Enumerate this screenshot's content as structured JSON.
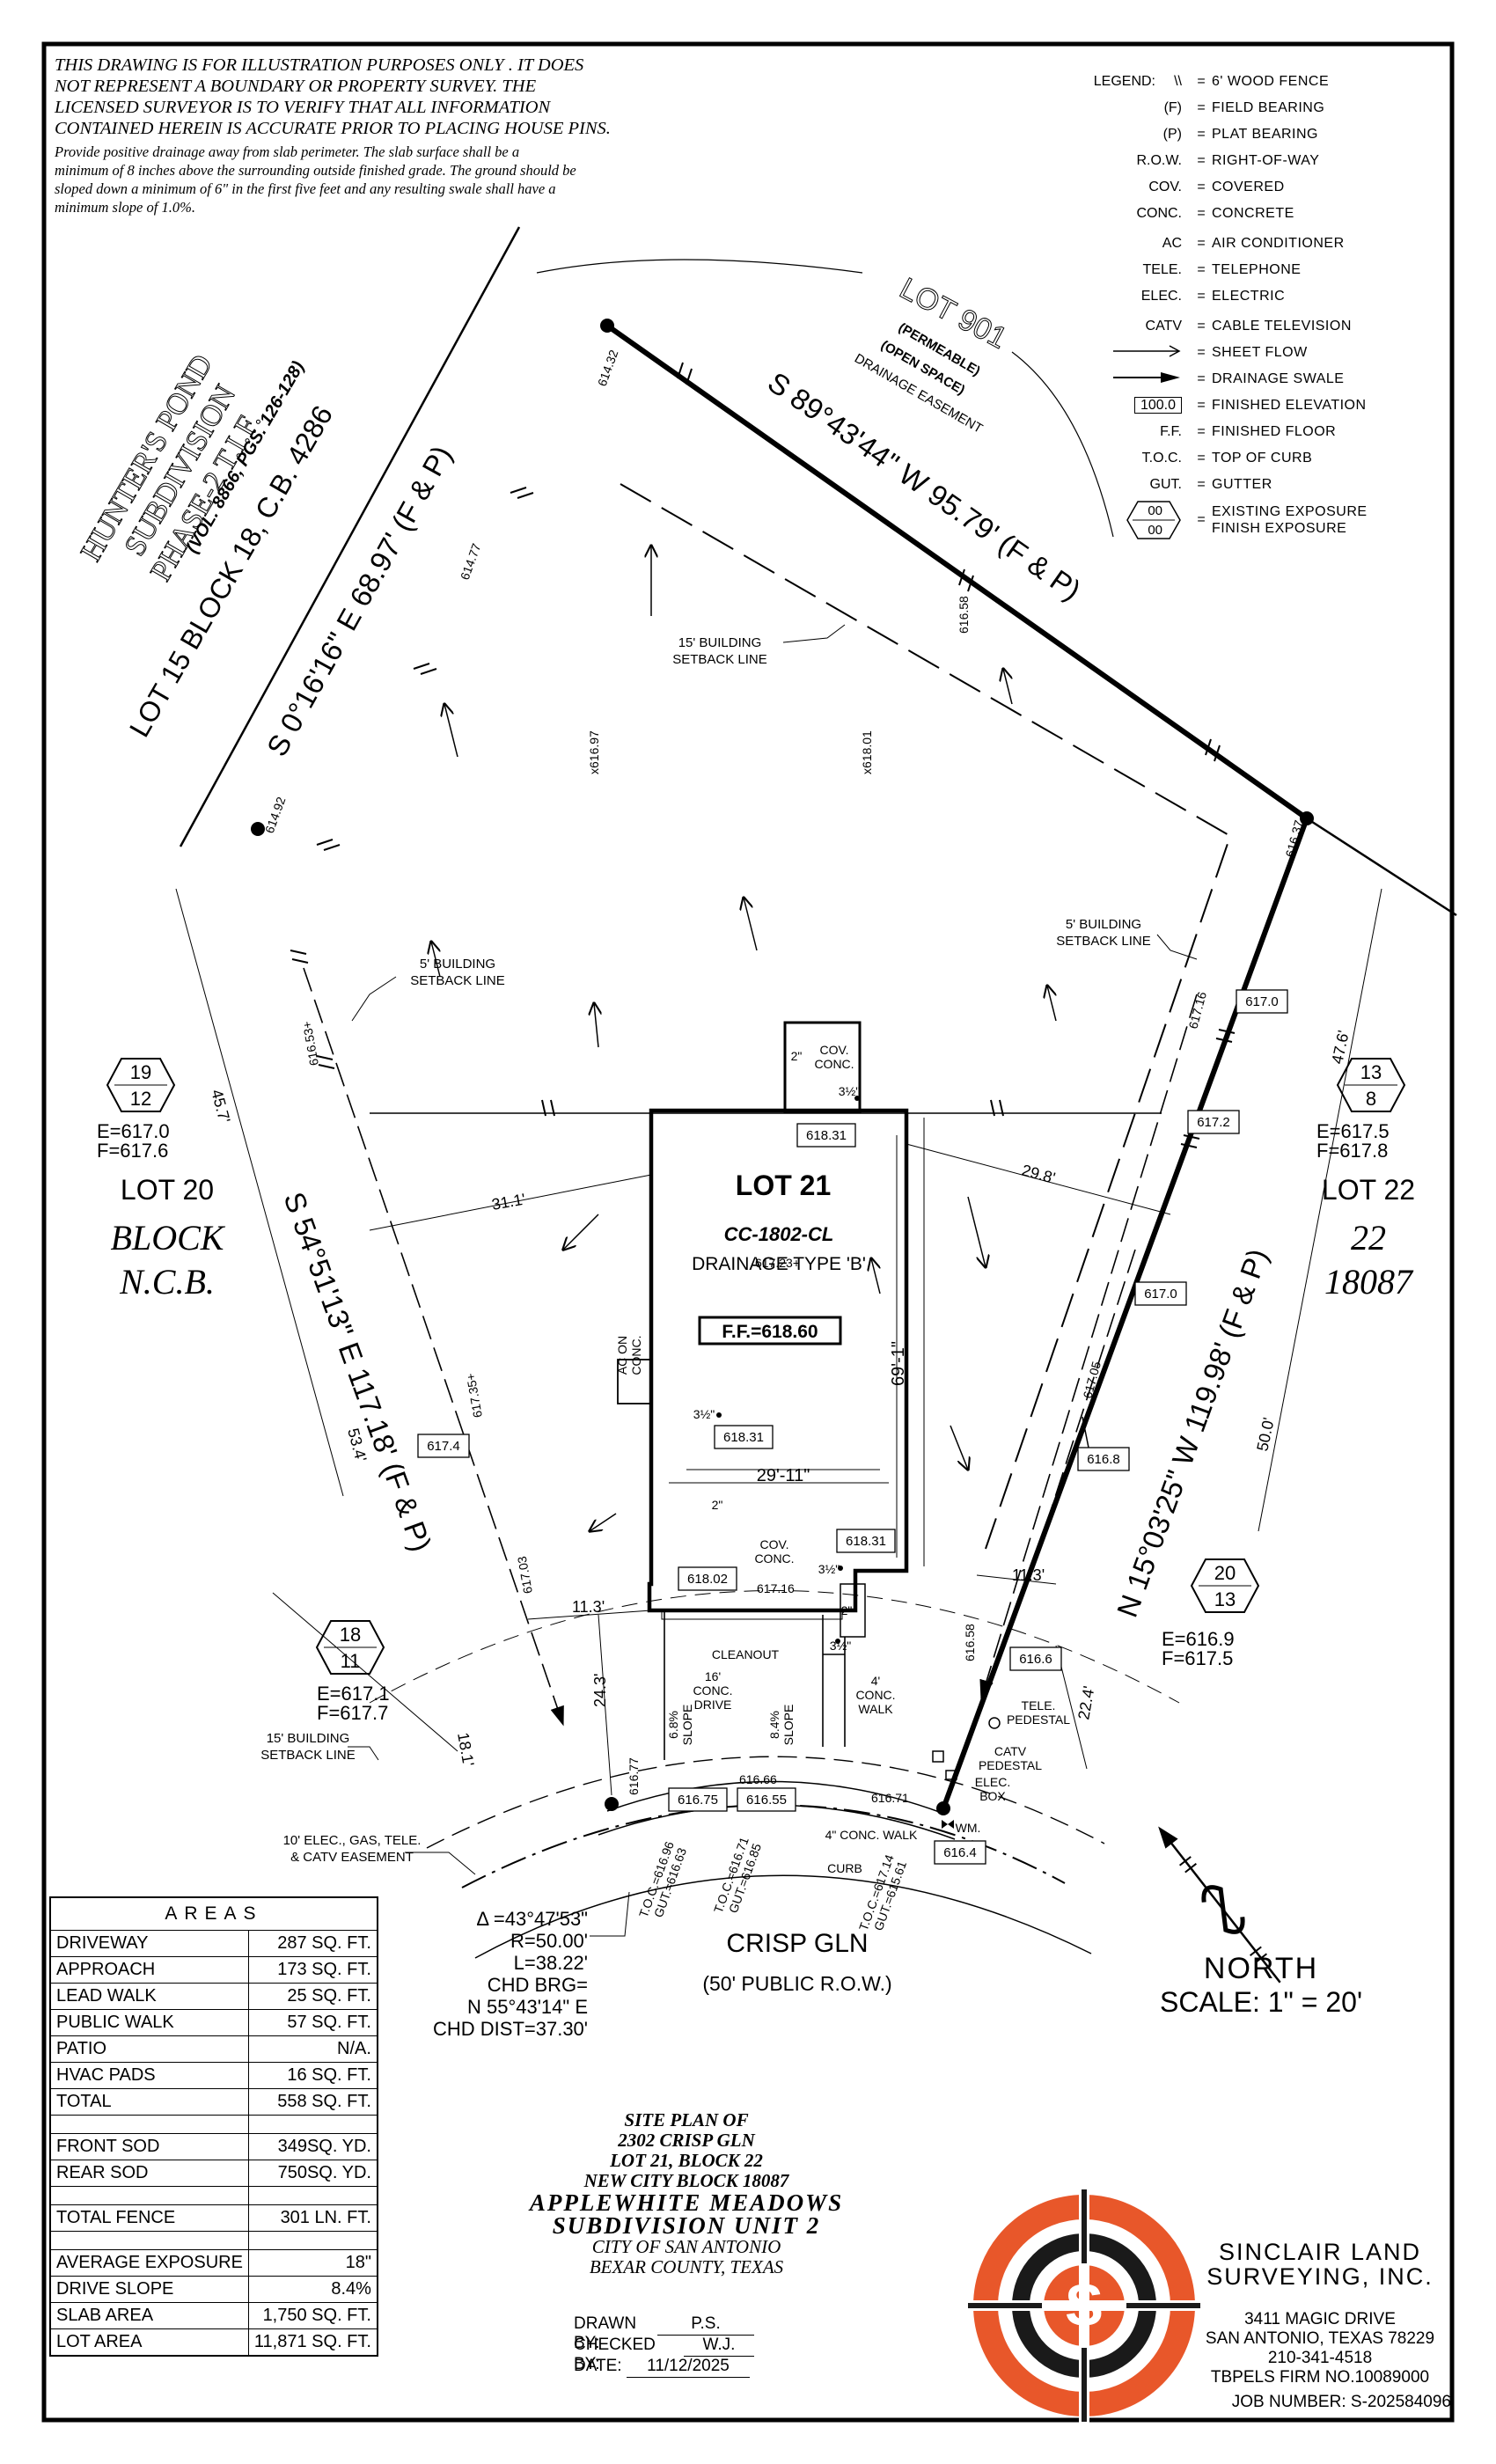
{
  "disclaimer": {
    "line1": "This drawing is for illustration purposes only . It does",
    "line2": "not represent a boundary or property survey. The",
    "line3": "licensed surveyor is to verify that all information",
    "line4": "contained herein is accurate prior to placing house pins.",
    "line5": "Provide positive drainage away from slab perimeter. The slab surface shall be a",
    "line6": "minimum of 8 inches above the surrounding outside finished grade. The ground should be",
    "line7": "sloped down a minimum of 6\" in the first five feet and any resulting swale shall have a",
    "line8": "minimum slope of 1.0%."
  },
  "legend": {
    "title": "LEGEND:",
    "items": [
      {
        "sym": "\\\\",
        "desc": "6' WOOD FENCE"
      },
      {
        "sym": "(F)",
        "desc": "FIELD BEARING"
      },
      {
        "sym": "(P)",
        "desc": "PLAT BEARING"
      },
      {
        "sym": "R.O.W.",
        "desc": "RIGHT-OF-WAY"
      },
      {
        "sym": "COV.",
        "desc": "COVERED"
      },
      {
        "sym": "CONC.",
        "desc": "CONCRETE"
      },
      {
        "sym": "AC",
        "desc": "AIR CONDITIONER"
      },
      {
        "sym": "TELE.",
        "desc": "TELEPHONE"
      },
      {
        "sym": "ELEC.",
        "desc": "ELECTRIC"
      },
      {
        "sym": "CATV",
        "desc": "CABLE TELEVISION"
      },
      {
        "sym": "",
        "desc": "SHEET FLOW"
      },
      {
        "sym": "",
        "desc": "DRAINAGE SWALE"
      },
      {
        "sym": "100.0",
        "desc": "FINISHED ELEVATION"
      },
      {
        "sym": "F.F.",
        "desc": "FINISHED FLOOR"
      },
      {
        "sym": "T.O.C.",
        "desc": "TOP OF CURB"
      },
      {
        "sym": "GUT.",
        "desc": "GUTTER"
      }
    ],
    "exposure_top": "00",
    "exposure_bottom": "00",
    "exposure_desc1": "EXISTING EXPOSURE",
    "exposure_desc2": "FINISH EXPOSURE"
  },
  "plan": {
    "lot901": {
      "name": "LOT 901",
      "line2": "(PERMEABLE)",
      "line3": "(OPEN SPACE)",
      "line4": "DRAINAGE EASEMENT"
    },
    "hunters": {
      "l1": "HUNTER'S POND",
      "l2": "SUBDIVISION",
      "l3": "PHASE-2 T.I.F.",
      "l4": "(VOL. 8866, PGS. 126-128)",
      "l5": "LOT 15 BLOCK 18, C.B. 4286"
    },
    "bearings": {
      "top_left": "S 0°16'16\" E 68.97' (F & P)",
      "top_right": "S 89°43'44\" W 95.79' (F & P)",
      "left": "S 54°51'13\" E 117.18' (F & P)",
      "right": "N 15°03'25\" W 119.98' (F & P)"
    },
    "setbacks": {
      "s15_top": "15' BUILDING",
      "s15_top_2": "SETBACK LINE",
      "s5_left": "5' BUILDING",
      "s5_left_2": "SETBACK LINE",
      "s5_right": "5' BUILDING",
      "s5_right_2": "SETBACK LINE",
      "s15_bottom": "15' BUILDING",
      "s15_bottom_2": "SETBACK LINE",
      "easement": "10' ELEC., GAS, TELE.",
      "easement_2": "& CATV EASEMENT"
    },
    "elevations": {
      "e61432": "614.32",
      "e61477": "614.77",
      "e61658": "616.58",
      "e61697": "x616.97",
      "e61801": "x618.01",
      "e61492": "614.92",
      "e61637": "616.37",
      "e61653": "616.53+",
      "e61716": "617.16",
      "e61735": "617.35+",
      "e61705": "617.05",
      "e61703": "617.03",
      "e61677": "616.77",
      "e61666": "616.66",
      "e61671": "616.71",
      "e61658b": "616.58",
      "e61723": "617.23+",
      "e61716b": "617.16"
    },
    "boxes": {
      "b6170": "617.0",
      "b6172": "617.2",
      "b6170b": "617.0",
      "b6168": "616.8",
      "b6174": "617.4",
      "b6166": "616.6",
      "b6164": "616.4",
      "b61675": "616.75",
      "b61655": "616.55",
      "b61831a": "618.31",
      "b61831b": "618.31",
      "b61831c": "618.31",
      "b61802": "618.02"
    },
    "lot21": {
      "name": "LOT 21",
      "plan": "CC-1802-CL",
      "drainage": "DRAINAGE TYPE 'B'",
      "ff": "F.F.=618.60",
      "depth": "69'-1\"",
      "width": "29'-11\""
    },
    "dims": {
      "d311": "31.1'",
      "d298": "29.8'",
      "d457": "45.7'",
      "d534": "53.4'",
      "d476": "47.6'",
      "d500": "50.0'",
      "d113a": "11.3'",
      "d113b": "11.3'",
      "d243": "24.3'",
      "d181": "18.1'",
      "d224": "22.4'"
    },
    "misc": {
      "cov_conc_top": "COV.",
      "cov_conc_top2": "CONC.",
      "cov_conc_bot": "COV.",
      "cov_conc_bot2": "CONC.",
      "ac": "AC ON",
      "ac2": "CONC.",
      "cleanout": "CLEANOUT",
      "drive": "16'",
      "drive2": "CONC.",
      "drive3": "DRIVE",
      "walk": "4'",
      "walk2": "CONC.",
      "walk3": "WALK",
      "slope1": "6.8%",
      "slope1b": "SLOPE",
      "slope2": "8.4%",
      "slope2b": "SLOPE",
      "tele": "TELE.",
      "tele2": "PEDESTAL",
      "catv": "CATV",
      "catv2": "PEDESTAL",
      "elec": "ELEC.",
      "elec2": "BOX",
      "wm": "WM.",
      "walk4": "4\" CONC. WALK",
      "curb": "CURB",
      "two_a": "2\"",
      "two_b": "2\"",
      "two_c": "2\"",
      "three_a": "3½\"",
      "three_b": "3½\"",
      "three_c": "3½\"",
      "three_d": "3½\""
    },
    "toc_left": "T.O.C.=616.96",
    "toc_left_b": "GUT.=616.63",
    "toc_mid": "T.O.C.=616.71",
    "toc_mid_b": "GUT.=616.85",
    "toc_right": "T.O.C.=617.14",
    "toc_right_b": "GUT.=615.61",
    "lots": {
      "lot20": "LOT 20",
      "lot22": "LOT 22",
      "block": "BLOCK",
      "ncb": "N.C.B.",
      "b22": "22",
      "b18087": "18087"
    },
    "exposures": {
      "left_top": {
        "t": "19",
        "b": "12",
        "e": "E=617.0",
        "f": "F=617.6"
      },
      "right_top": {
        "t": "13",
        "b": "8",
        "e": "E=617.5",
        "f": "F=617.8"
      },
      "left_bot": {
        "t": "18",
        "b": "11",
        "e": "E=617.1",
        "f": "F=617.7"
      },
      "right_bot": {
        "t": "20",
        "b": "13",
        "e": "E=616.9",
        "f": "F=617.5"
      }
    },
    "curve": {
      "delta": "Δ =43°47'53\"",
      "r": "R=50.00'",
      "l": "L=38.22'",
      "chd": "CHD BRG=",
      "chd2": "N 55°43'14\" E",
      "dist": "CHD DIST=37.30'"
    },
    "street": {
      "name": "CRISP GLN",
      "row": "(50' PUBLIC R.O.W.)"
    }
  },
  "areas": {
    "title": "AREAS",
    "rows1": [
      {
        "k": "DRIVEWAY",
        "v": "287 SQ. FT."
      },
      {
        "k": "APPROACH",
        "v": "173 SQ. FT."
      },
      {
        "k": "LEAD WALK",
        "v": "25 SQ. FT."
      },
      {
        "k": "PUBLIC WALK",
        "v": "57 SQ. FT."
      },
      {
        "k": "PATIO",
        "v": "N/A."
      },
      {
        "k": "HVAC PADS",
        "v": "16 SQ. FT."
      },
      {
        "k": "TOTAL",
        "v": "558 SQ. FT."
      }
    ],
    "rows2": [
      {
        "k": "FRONT SOD",
        "v": "349SQ. YD."
      },
      {
        "k": "REAR SOD",
        "v": "750SQ. YD."
      }
    ],
    "rows3": [
      {
        "k": "TOTAL FENCE",
        "v": "301 LN. FT."
      }
    ],
    "rows4": [
      {
        "k": "AVERAGE EXPOSURE",
        "v": "18\""
      },
      {
        "k": "DRIVE SLOPE",
        "v": "8.4%"
      },
      {
        "k": "SLAB AREA",
        "v": "1,750 SQ. FT."
      },
      {
        "k": "LOT AREA",
        "v": "11,871 SQ. FT."
      }
    ]
  },
  "title_block": {
    "l1": "Site Plan of",
    "l2": "2302 Crisp Gln",
    "l3": "Lot 21, Block 22",
    "l4": "New City Block 18087",
    "l5": "Applewhite Meadows",
    "l6": "Subdivision Unit 2",
    "l7": "City of San Antonio",
    "l8": "Bexar County, Texas"
  },
  "drawn": {
    "drawn_k": "DRAWN BY:",
    "drawn_v": "P.S.",
    "checked_k": "CHECKED BY:",
    "checked_v": "W.J.",
    "date_k": "DATE:",
    "date_v": "11/12/2025"
  },
  "firm": {
    "name1": "SINCLAIR LAND",
    "name2": "SURVEYING, INC.",
    "addr1": "3411 MAGIC DRIVE",
    "addr2": "SAN ANTONIO, TEXAS 78229",
    "phone": "210-341-4518",
    "tbpels": "TBPELS FIRM NO.10089000",
    "job_k": "JOB NUMBER:",
    "job_v": "S-202584096",
    "logo_letter": "S"
  },
  "north": {
    "label": "NORTH",
    "scale": "SCALE: 1\" = 20'"
  },
  "colors": {
    "logo_orange": "#e8572a",
    "logo_dark": "#1a1a1a"
  }
}
